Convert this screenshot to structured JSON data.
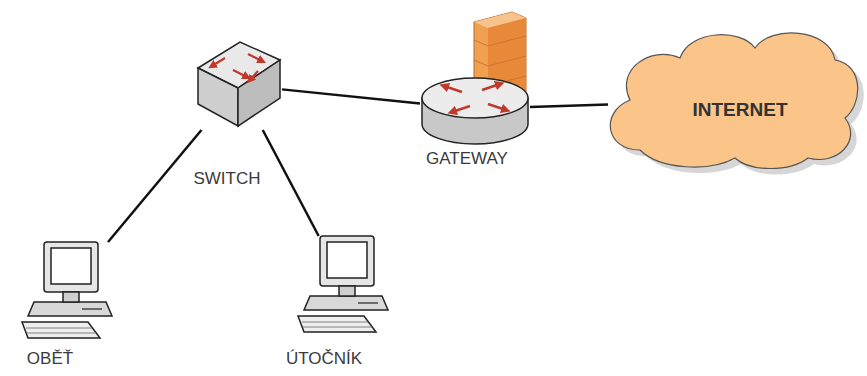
{
  "diagram": {
    "nodes": [
      {
        "text": [
          "SWITCH"
        ]
      },
      {
        "text": [
          "GATEWAY"
        ]
      },
      {
        "text": [
          "INTERNET"
        ]
      },
      {
        "text": [
          "OBĚŤ"
        ]
      },
      {
        "text": [
          "ÚTOČNÍK"
        ]
      }
    ],
    "edges": [
      {
        "from": 0,
        "to": 1,
        "arrow": "none"
      },
      {
        "from": 1,
        "to": 2,
        "arrow": "none"
      },
      {
        "from": 0,
        "to": 3,
        "arrow": "none"
      },
      {
        "from": 0,
        "to": 4,
        "arrow": "none"
      }
    ]
  }
}
